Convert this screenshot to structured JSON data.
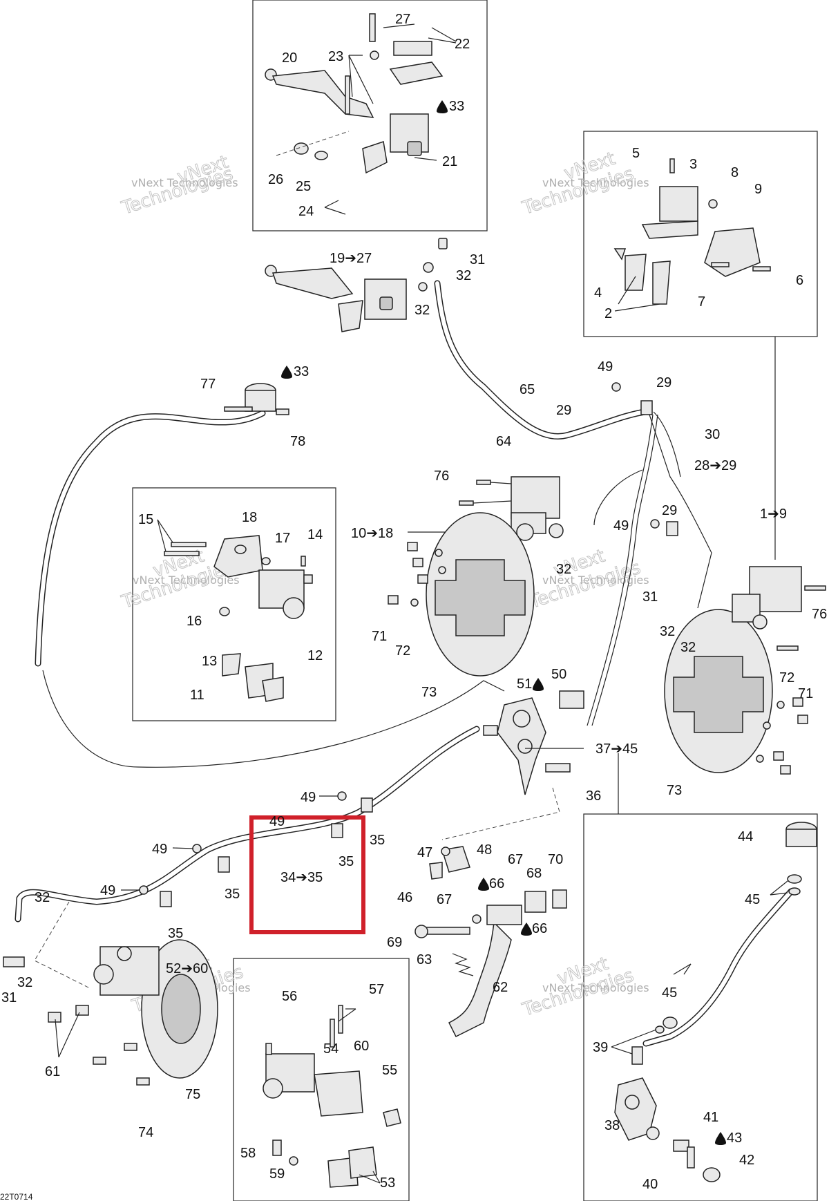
{
  "diagram": {
    "labels": {
      "l1to9": "1➔9",
      "l2a": "2",
      "l3": "3",
      "l4": "4",
      "l5": "5",
      "l6": "6",
      "l7": "7",
      "l8": "8",
      "l9": "9",
      "l10to18": "10➔18",
      "l11": "11",
      "l12": "12",
      "l13": "13",
      "l14": "14",
      "l15": "15",
      "l16": "16",
      "l17": "17",
      "l18": "18",
      "l19to27": "19➔27",
      "l20": "20",
      "l21": "21",
      "l22": "22",
      "l23": "23",
      "l24": "24",
      "l25": "25",
      "l26": "26",
      "l27": "27",
      "l28to29": "28➔29",
      "l29a": "29",
      "l29b": "29",
      "l29c": "29",
      "l30": "30",
      "l31a": "31",
      "l31b": "31",
      "l31c": "31",
      "l32a": "32",
      "l32b": "32",
      "l32c": "32",
      "l32d": "32",
      "l32e": "32",
      "l32f": "32",
      "l32g": "32",
      "l33a": "33",
      "l33b": "33",
      "l34to35": "34➔35",
      "l35a": "35",
      "l35b": "35",
      "l35c": "35",
      "l35d": "35",
      "l36": "36",
      "l37to45": "37➔45",
      "l38": "38",
      "l39": "39",
      "l40": "40",
      "l41": "41",
      "l42": "42",
      "l43": "43",
      "l44": "44",
      "l45a": "45",
      "l45b": "45",
      "l46": "46",
      "l47": "47",
      "l48": "48",
      "l49a": "49",
      "l49b": "49",
      "l49c": "49",
      "l49d": "49",
      "l49e": "49",
      "l49f": "49",
      "l50": "50",
      "l51": "51",
      "l52to60": "52➔60",
      "l53": "53",
      "l54": "54",
      "l55": "55",
      "l56": "56",
      "l57": "57",
      "l58": "58",
      "l59": "59",
      "l60": "60",
      "l61": "61",
      "l62": "62",
      "l63": "63",
      "l64": "64",
      "l65": "65",
      "l66a": "66",
      "l66b": "66",
      "l67a": "67",
      "l67b": "67",
      "l68": "68",
      "l69": "69",
      "l70": "70",
      "l71a": "71",
      "l71b": "71",
      "l72a": "72",
      "l72b": "72",
      "l73a": "73",
      "l73b": "73",
      "l74": "74",
      "l75": "75",
      "l76a": "76",
      "l76b": "76",
      "l77": "77",
      "l78": "78"
    },
    "watermark_brand": "vNext Technologies",
    "watermark_big_1": "vNext",
    "watermark_big_2": "Technologies",
    "drawing_code": "22T0714"
  }
}
